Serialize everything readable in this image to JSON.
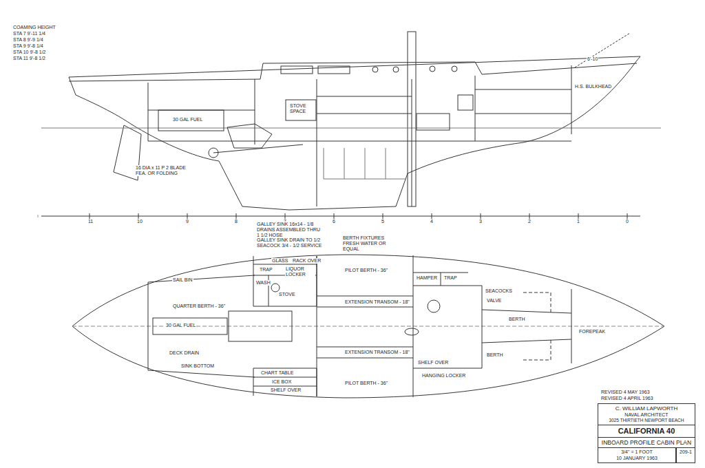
{
  "diagram": {
    "nodes": [
      {
        "text": [
          "C. WILLIAM LAPWORTH",
          "NAVAL ARCHITECT",
          "3025 THIRTIETH NEWPORT BEACH"
        ]
      },
      {
        "text": [
          "CALIFORNIA 40"
        ]
      },
      {
        "text": [
          "INBOARD PROFILE CABIN PLAN"
        ]
      },
      {
        "text": [
          "3/4\" = 1 FOOT",
          "10 JANUARY 1963"
        ]
      },
      {
        "text": [
          "209-1"
        ]
      }
    ],
    "labels": [
      "COAMING HEIGHT",
      "STA 7 9'-11 1/4",
      "STA 8 9'-9 1/4",
      "STA 9 9'-8 1/4",
      "STA 10 9'-8 1/2",
      "STA 11 9'-8 1/2",
      "6'-10",
      "H.S. BULKHEAD",
      "30 GAL FUEL",
      "STOVE SPACE",
      "16 DIA x 11 P 2 BLADE FEA. OR FOLDING",
      "11",
      "10",
      "9",
      "8",
      "7",
      "6",
      "5",
      "4",
      "3",
      "2",
      "1",
      "0",
      "GALLEY SINK 16x14 - 1/8 DRAINS ASSEMBLED THRU 1 1/2 HOSE",
      "GALLEY SINK DRAIN TO 1/2 SEACOCK 3/4 - 1/2 SERVICE",
      "BERTH FIXTURES FRESH WATER OR EQUAL",
      "GLASS",
      "RACK OVER",
      "TRAP",
      "LIQUOR LOCKER",
      "PILOT BERTH - 36\"",
      "SAIL BIN",
      "WASH",
      "STOVE",
      "EXTENSION TRANSOM - 18\"",
      "QUARTER BERTH - 36\"",
      "30 GAL FUEL",
      "DECK DRAIN",
      "SINK BOTTOM",
      "CHART TABLE",
      "ICE BOX",
      "SHELF OVER",
      "EXTENSION TRANSOM - 18\"",
      "PILOT BERTH - 36\"",
      "HAMPER",
      "TRAP",
      "SEACOCKS",
      "VALVE",
      "SHELF OVER",
      "HANGING LOCKER",
      "BERTH",
      "BERTH",
      "FOREPEAK",
      "REVISED 4 MAY 1963",
      "REVISED 4 APRIL 1963"
    ]
  }
}
